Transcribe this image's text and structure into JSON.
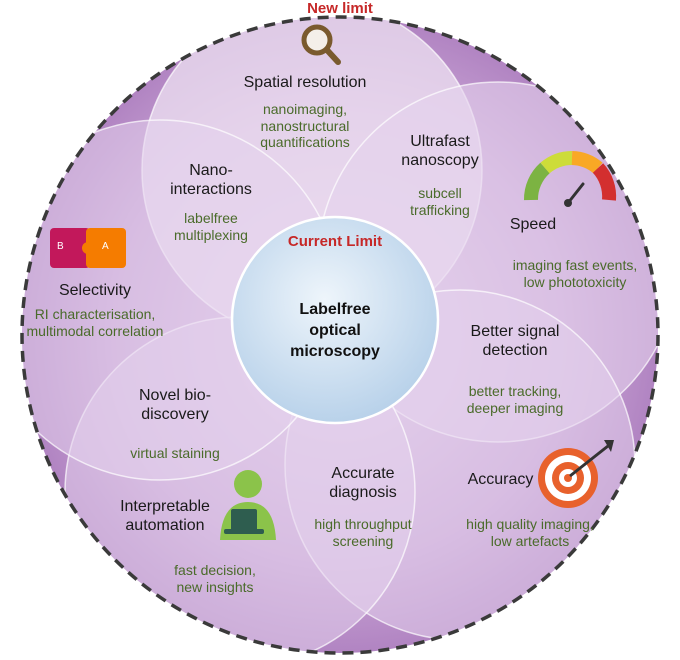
{
  "new_limit": "New limit",
  "current_limit": "Current Limit",
  "center": {
    "line1": "Labelfree",
    "line2": "optical",
    "line3": "microscopy"
  },
  "petals": {
    "spatial_resolution": {
      "title": "Spatial resolution",
      "sub1": "nanoimaging,",
      "sub2": "nanostructural",
      "sub3": "quantifications"
    },
    "speed": {
      "title": "Speed",
      "sub1": "imaging fast events,",
      "sub2": "low phototoxicity"
    },
    "accuracy": {
      "title": "Accuracy",
      "sub1": "high quality imaging,",
      "sub2": "low artefacts"
    },
    "interpretable_automation": {
      "title1": "Interpretable",
      "title2": "automation",
      "sub1": "fast decision,",
      "sub2": "new insights"
    },
    "selectivity": {
      "title": "Selectivity",
      "sub1": "RI characterisation,",
      "sub2": "multimodal correlation"
    }
  },
  "overlaps": {
    "ultrafast_nanoscopy": {
      "title1": "Ultrafast",
      "title2": "nanoscopy",
      "sub1": "subcell",
      "sub2": "trafficking"
    },
    "better_signal_detection": {
      "title1": "Better signal",
      "title2": "detection",
      "sub1": "better tracking,",
      "sub2": "deeper imaging"
    },
    "accurate_diagnosis": {
      "title1": "Accurate",
      "title2": "diagnosis",
      "sub1": "high throughput",
      "sub2": "screening"
    },
    "novel_biodiscovery": {
      "title1": "Novel bio-",
      "title2": "discovery",
      "sub1": "virtual staining"
    },
    "nano_interactions": {
      "title1": "Nano-",
      "title2": "interactions",
      "sub1": "labelfree",
      "sub2": "multiplexing"
    }
  },
  "selectivity_icon_letters": {
    "left": "B",
    "right": "A"
  },
  "colors": {
    "outer_fill": "#c9a3d3",
    "petal_fill": "#eadcf0",
    "center_fill": "#cfe0f0",
    "dashed_border": "#3a3a3a",
    "red_label": "#c62828",
    "green_text": "#4a6b2a"
  },
  "icons": [
    "magnifier-icon",
    "speedometer-icon",
    "target-dart-icon",
    "person-laptop-icon",
    "puzzle-ba-icon"
  ]
}
